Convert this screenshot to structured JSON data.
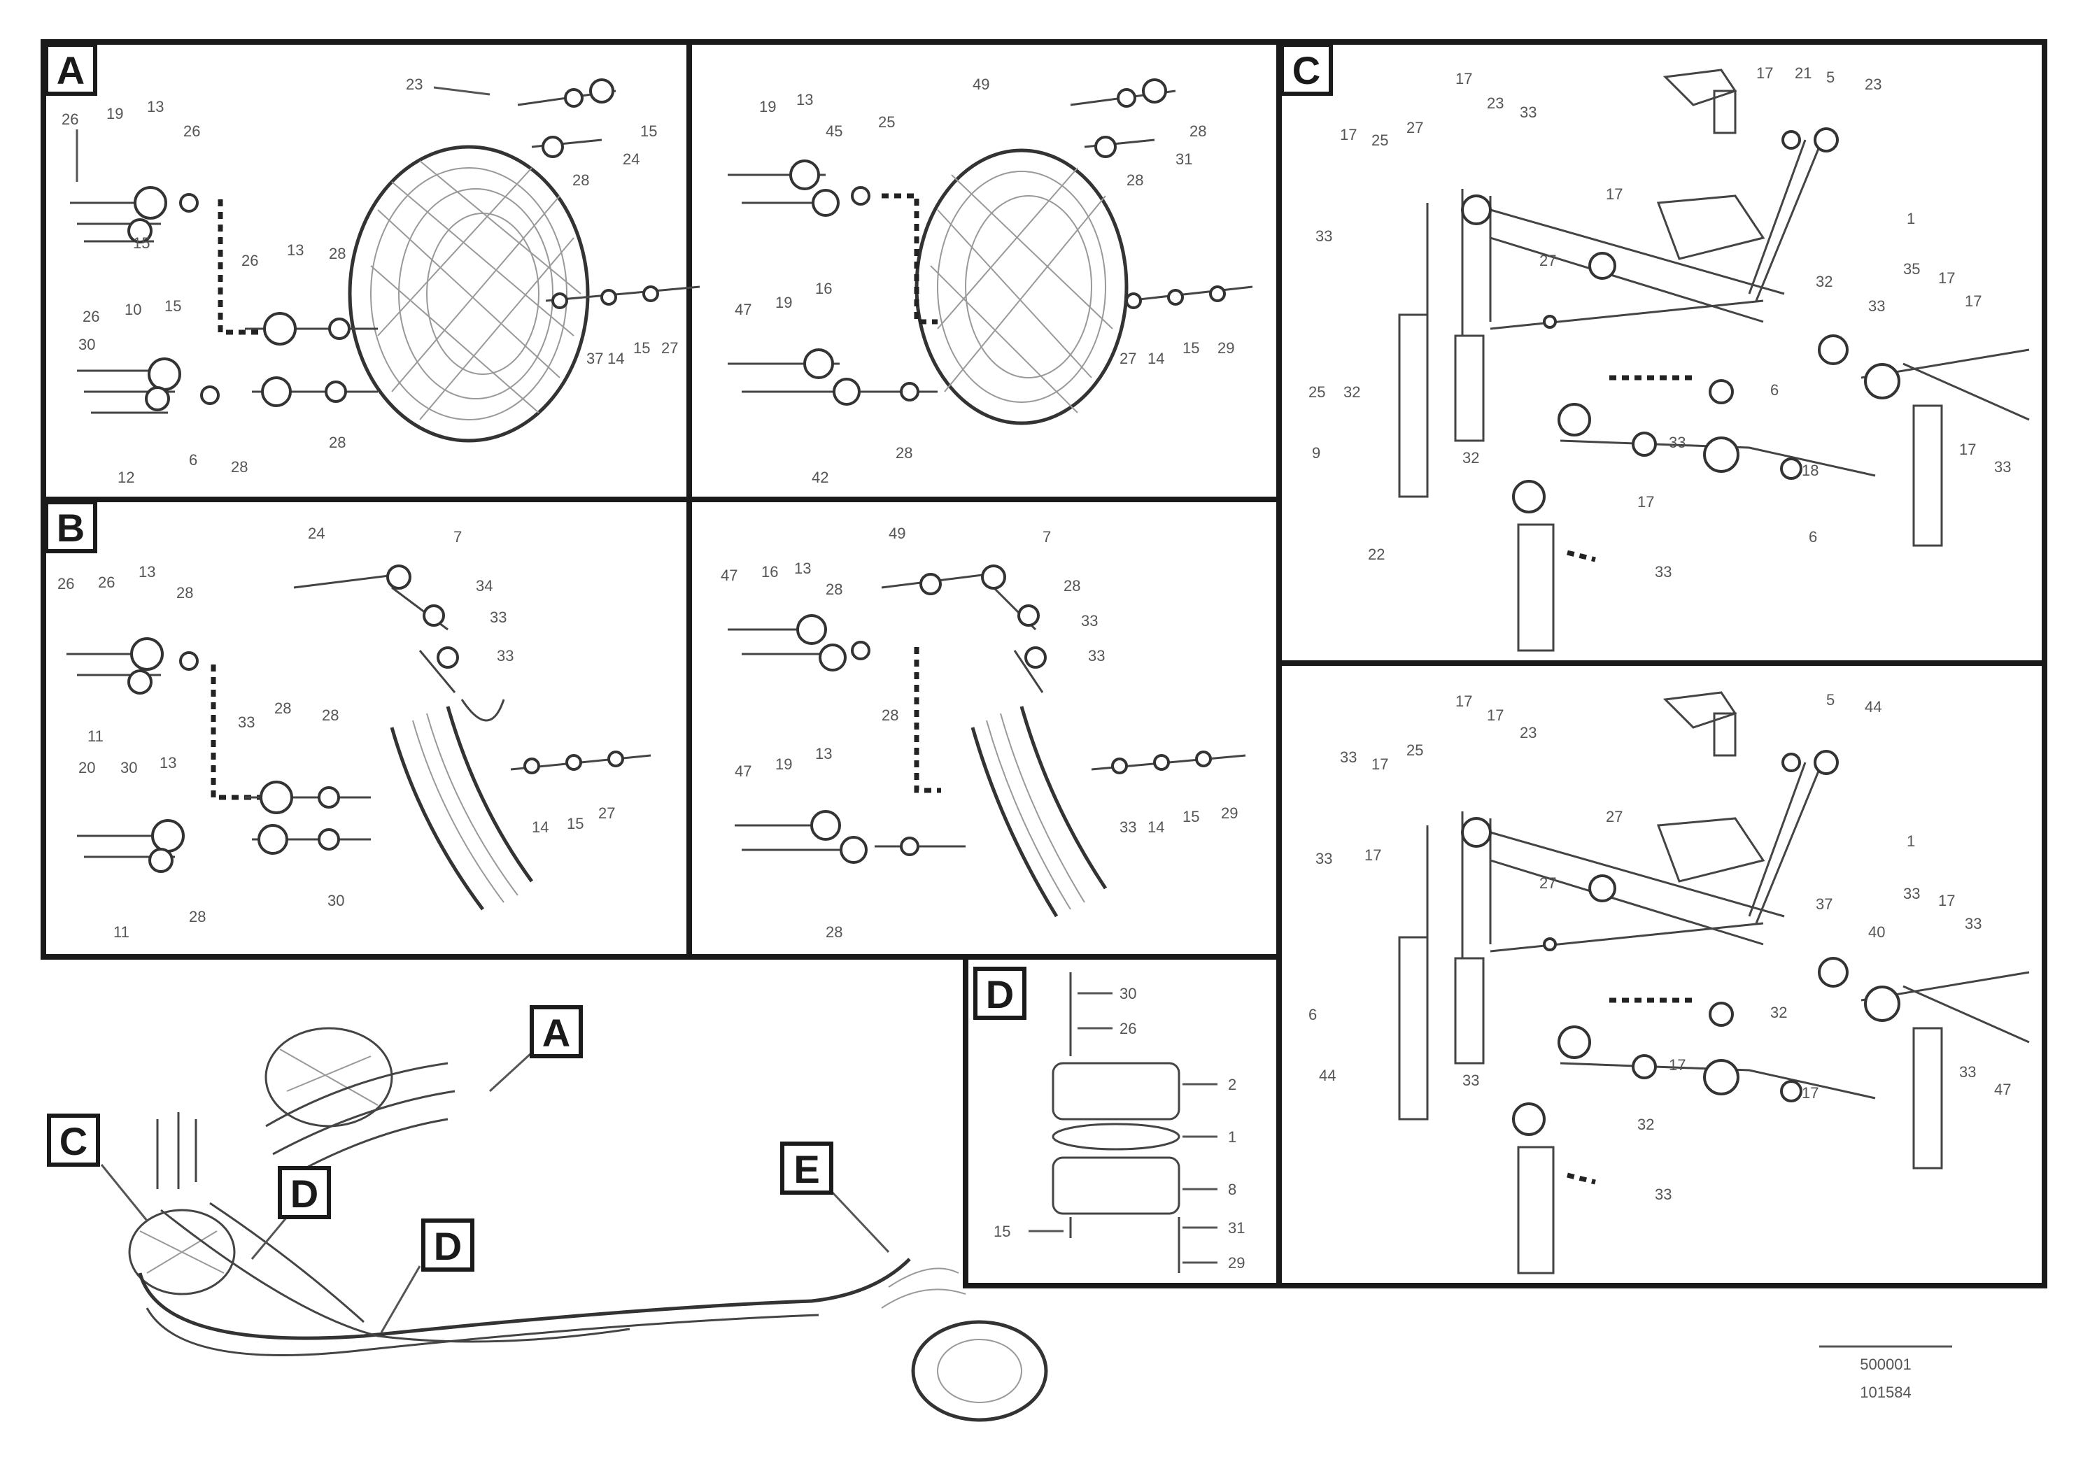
{
  "diagram": {
    "panels": [
      {
        "id": "A",
        "label": "A"
      },
      {
        "id": "B",
        "label": "B"
      },
      {
        "id": "C",
        "label": "C"
      },
      {
        "id": "D",
        "label": "D"
      }
    ],
    "overview_tags": {
      "a": "A",
      "c": "C",
      "d1": "D",
      "d2": "D",
      "e": "E"
    },
    "callouts": {
      "A": [
        "23",
        "19",
        "13",
        "26",
        "26",
        "15",
        "26",
        "28",
        "13",
        "26",
        "10",
        "15",
        "30",
        "12",
        "6",
        "28",
        "28",
        "28",
        "37",
        "14",
        "15",
        "27",
        "24",
        "15"
      ],
      "A2": [
        "49",
        "19",
        "13",
        "45",
        "25",
        "47",
        "19",
        "16",
        "42",
        "28",
        "27",
        "14",
        "15",
        "29",
        "31",
        "28",
        "28"
      ],
      "B": [
        "24",
        "7",
        "26",
        "13",
        "28",
        "26",
        "34",
        "33",
        "33",
        "28",
        "11",
        "20",
        "30",
        "13",
        "33",
        "28",
        "28",
        "30",
        "14",
        "15",
        "27",
        "11"
      ],
      "B2": [
        "49",
        "7",
        "47",
        "16",
        "28",
        "13",
        "28",
        "33",
        "47",
        "19",
        "13",
        "33",
        "28",
        "33",
        "14",
        "15",
        "29",
        "28"
      ],
      "C": [
        "17",
        "21",
        "5",
        "23",
        "17",
        "23",
        "33",
        "17",
        "25",
        "27",
        "17",
        "1",
        "33",
        "27",
        "32",
        "35",
        "17",
        "17",
        "33",
        "25",
        "32",
        "9",
        "6",
        "33",
        "32",
        "17",
        "18",
        "17",
        "33",
        "6",
        "22",
        "33"
      ],
      "C2": [
        "17",
        "17",
        "23",
        "5",
        "44",
        "33",
        "17",
        "25",
        "27",
        "1",
        "33",
        "17",
        "27",
        "37",
        "33",
        "17",
        "33",
        "40",
        "6",
        "32",
        "44",
        "17",
        "33",
        "32",
        "17",
        "33",
        "47",
        "33"
      ],
      "D": [
        "30",
        "26",
        "2",
        "1",
        "8",
        "15",
        "31",
        "29"
      ]
    },
    "reference": {
      "line1": "500001",
      "line2": "101584"
    }
  }
}
